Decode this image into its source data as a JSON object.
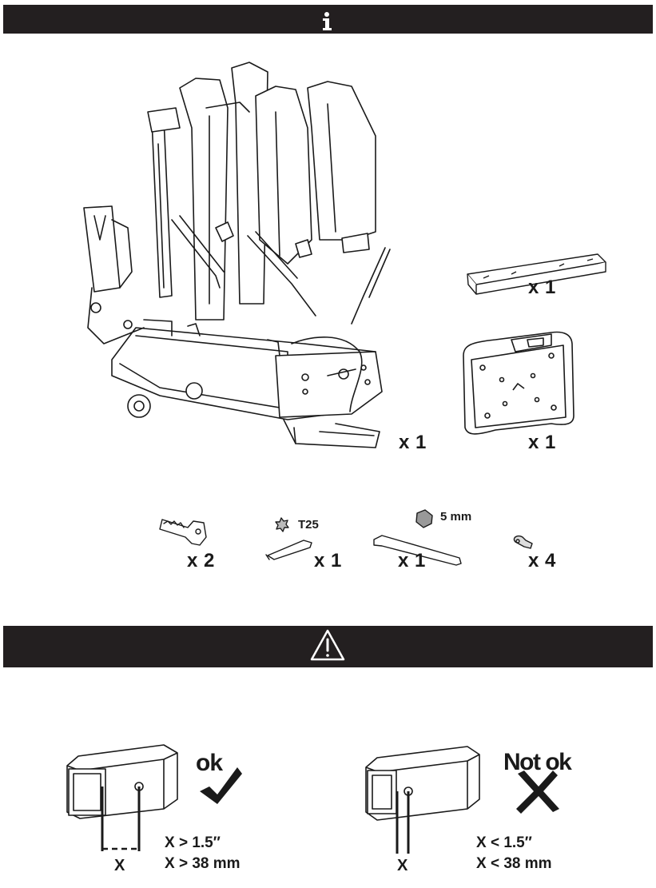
{
  "header_icons": {
    "info": "info-icon",
    "warning": "warning-triangle-icon"
  },
  "contents": {
    "bike_rack_qty": "x 1",
    "bar_qty": "x 1",
    "plate_qty": "x 1",
    "key_qty": "x 2",
    "torx_qty": "x 1",
    "torx_label": "T25",
    "hex_qty": "x 1",
    "hex_label": "5 mm",
    "screw_qty": "x 4"
  },
  "hitch_check": {
    "ok": {
      "verdict": "ok",
      "x_label": "X",
      "line1": "X > 1.5″",
      "line2": "X > 38 mm"
    },
    "not_ok": {
      "verdict": "Not ok",
      "x_label": "X",
      "line1": "X < 1.5″",
      "line2": "X < 38 mm"
    }
  },
  "colors": {
    "bar": "#231f20",
    "ink": "#1a1a1a"
  }
}
